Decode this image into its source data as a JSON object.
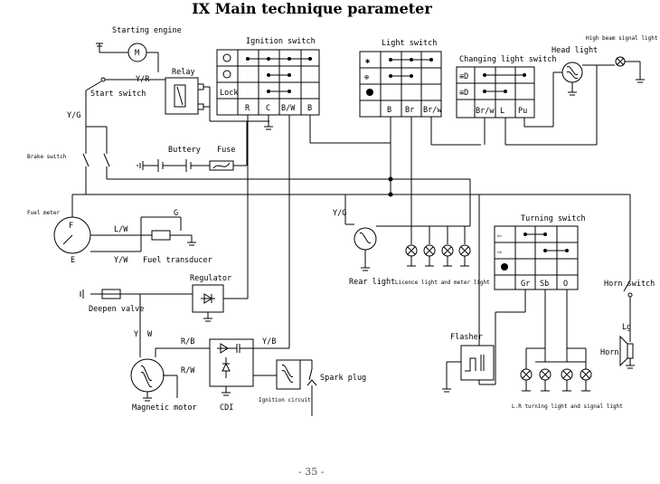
{
  "title": "IX Main technique parameter",
  "page_number": "- 35 -",
  "components": {
    "starting_engine": "Starting engine",
    "motor_symbol": "M",
    "relay": "Relay",
    "start_switch": "Start switch",
    "ignition_switch": "Ignition switch",
    "light_switch": "Light switch",
    "changing_light_switch": "Changing light switch",
    "head_light": "Head light",
    "high_beam_signal_light": "High beam signal light",
    "brake_switch": "Brake switch",
    "battery": "Buttery",
    "fuse": "Fuse",
    "fuel_meter": "Fuel meter",
    "fuel_meter_f": "F",
    "fuel_meter_e": "E",
    "fuel_transducer": "Fuel transducer",
    "regulator": "Regulator",
    "deepen_valve": "Deepen valve",
    "rear_light": "Rear light",
    "licence_light": "Licence light and meter light",
    "turning_switch": "Turning switch",
    "horn_switch": "Horn switch",
    "horn": "Horn",
    "flasher": "Flasher",
    "spark_plug": "Spark plug",
    "ignition_circuit": "Ignition circuit",
    "magnetic_motor": "Magnetic motor",
    "cdi": "CDI",
    "turning_lights": "L.R turning light and signal light"
  },
  "wire_labels": {
    "yr": "Y/R",
    "yg_left": "Y/G",
    "lw": "L/W",
    "g": "G",
    "yw_fuel": "Y/W",
    "yg_rear": "Y/G",
    "y": "Y",
    "w": "W",
    "rb": "R/B",
    "yb": "Y/B",
    "rw": "R/W",
    "lg": "Lg"
  },
  "ignition_switch_columns": [
    "R",
    "C",
    "B/W",
    "B"
  ],
  "ignition_switch_rows": [
    "",
    "",
    "Lock"
  ],
  "light_switch_columns": [
    "B",
    "Br",
    "Br/w"
  ],
  "changing_light_columns": [
    "Br/w",
    "L",
    "Pu"
  ],
  "turning_switch_columns": [
    "Gr",
    "Sb",
    "O"
  ]
}
